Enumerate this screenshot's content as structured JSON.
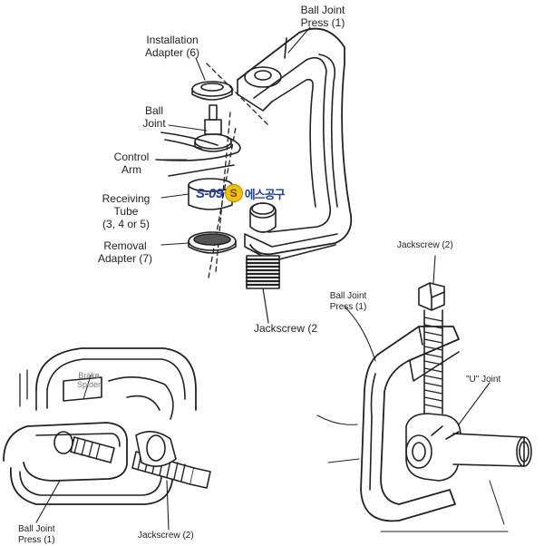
{
  "labels": {
    "press_top": "Ball Joint\nPress (1)",
    "install_adapter": "Installation\nAdapter (6)",
    "ball_joint": "Ball\nJoint",
    "control_arm": "Control\nArm",
    "receiving_tube": "Receiving\nTube\n(3, 4 or 5)",
    "removal_adapter": "Removal\nAdapter (7)",
    "jackscrew_top": "Jackscrew (2",
    "jackscrew_right": "Jackscrew (2)",
    "press_right": "Ball Joint\nPress (1)",
    "u_joint": "\"U\" Joint",
    "brake_spider": "Brake\nSpider",
    "press_bottom": "Ball Joint\nPress (1)",
    "jackscrew_bottom": "Jackscrew (2)"
  },
  "watermark": {
    "code": "S-09",
    "badge": "S",
    "name": "에스공구"
  }
}
